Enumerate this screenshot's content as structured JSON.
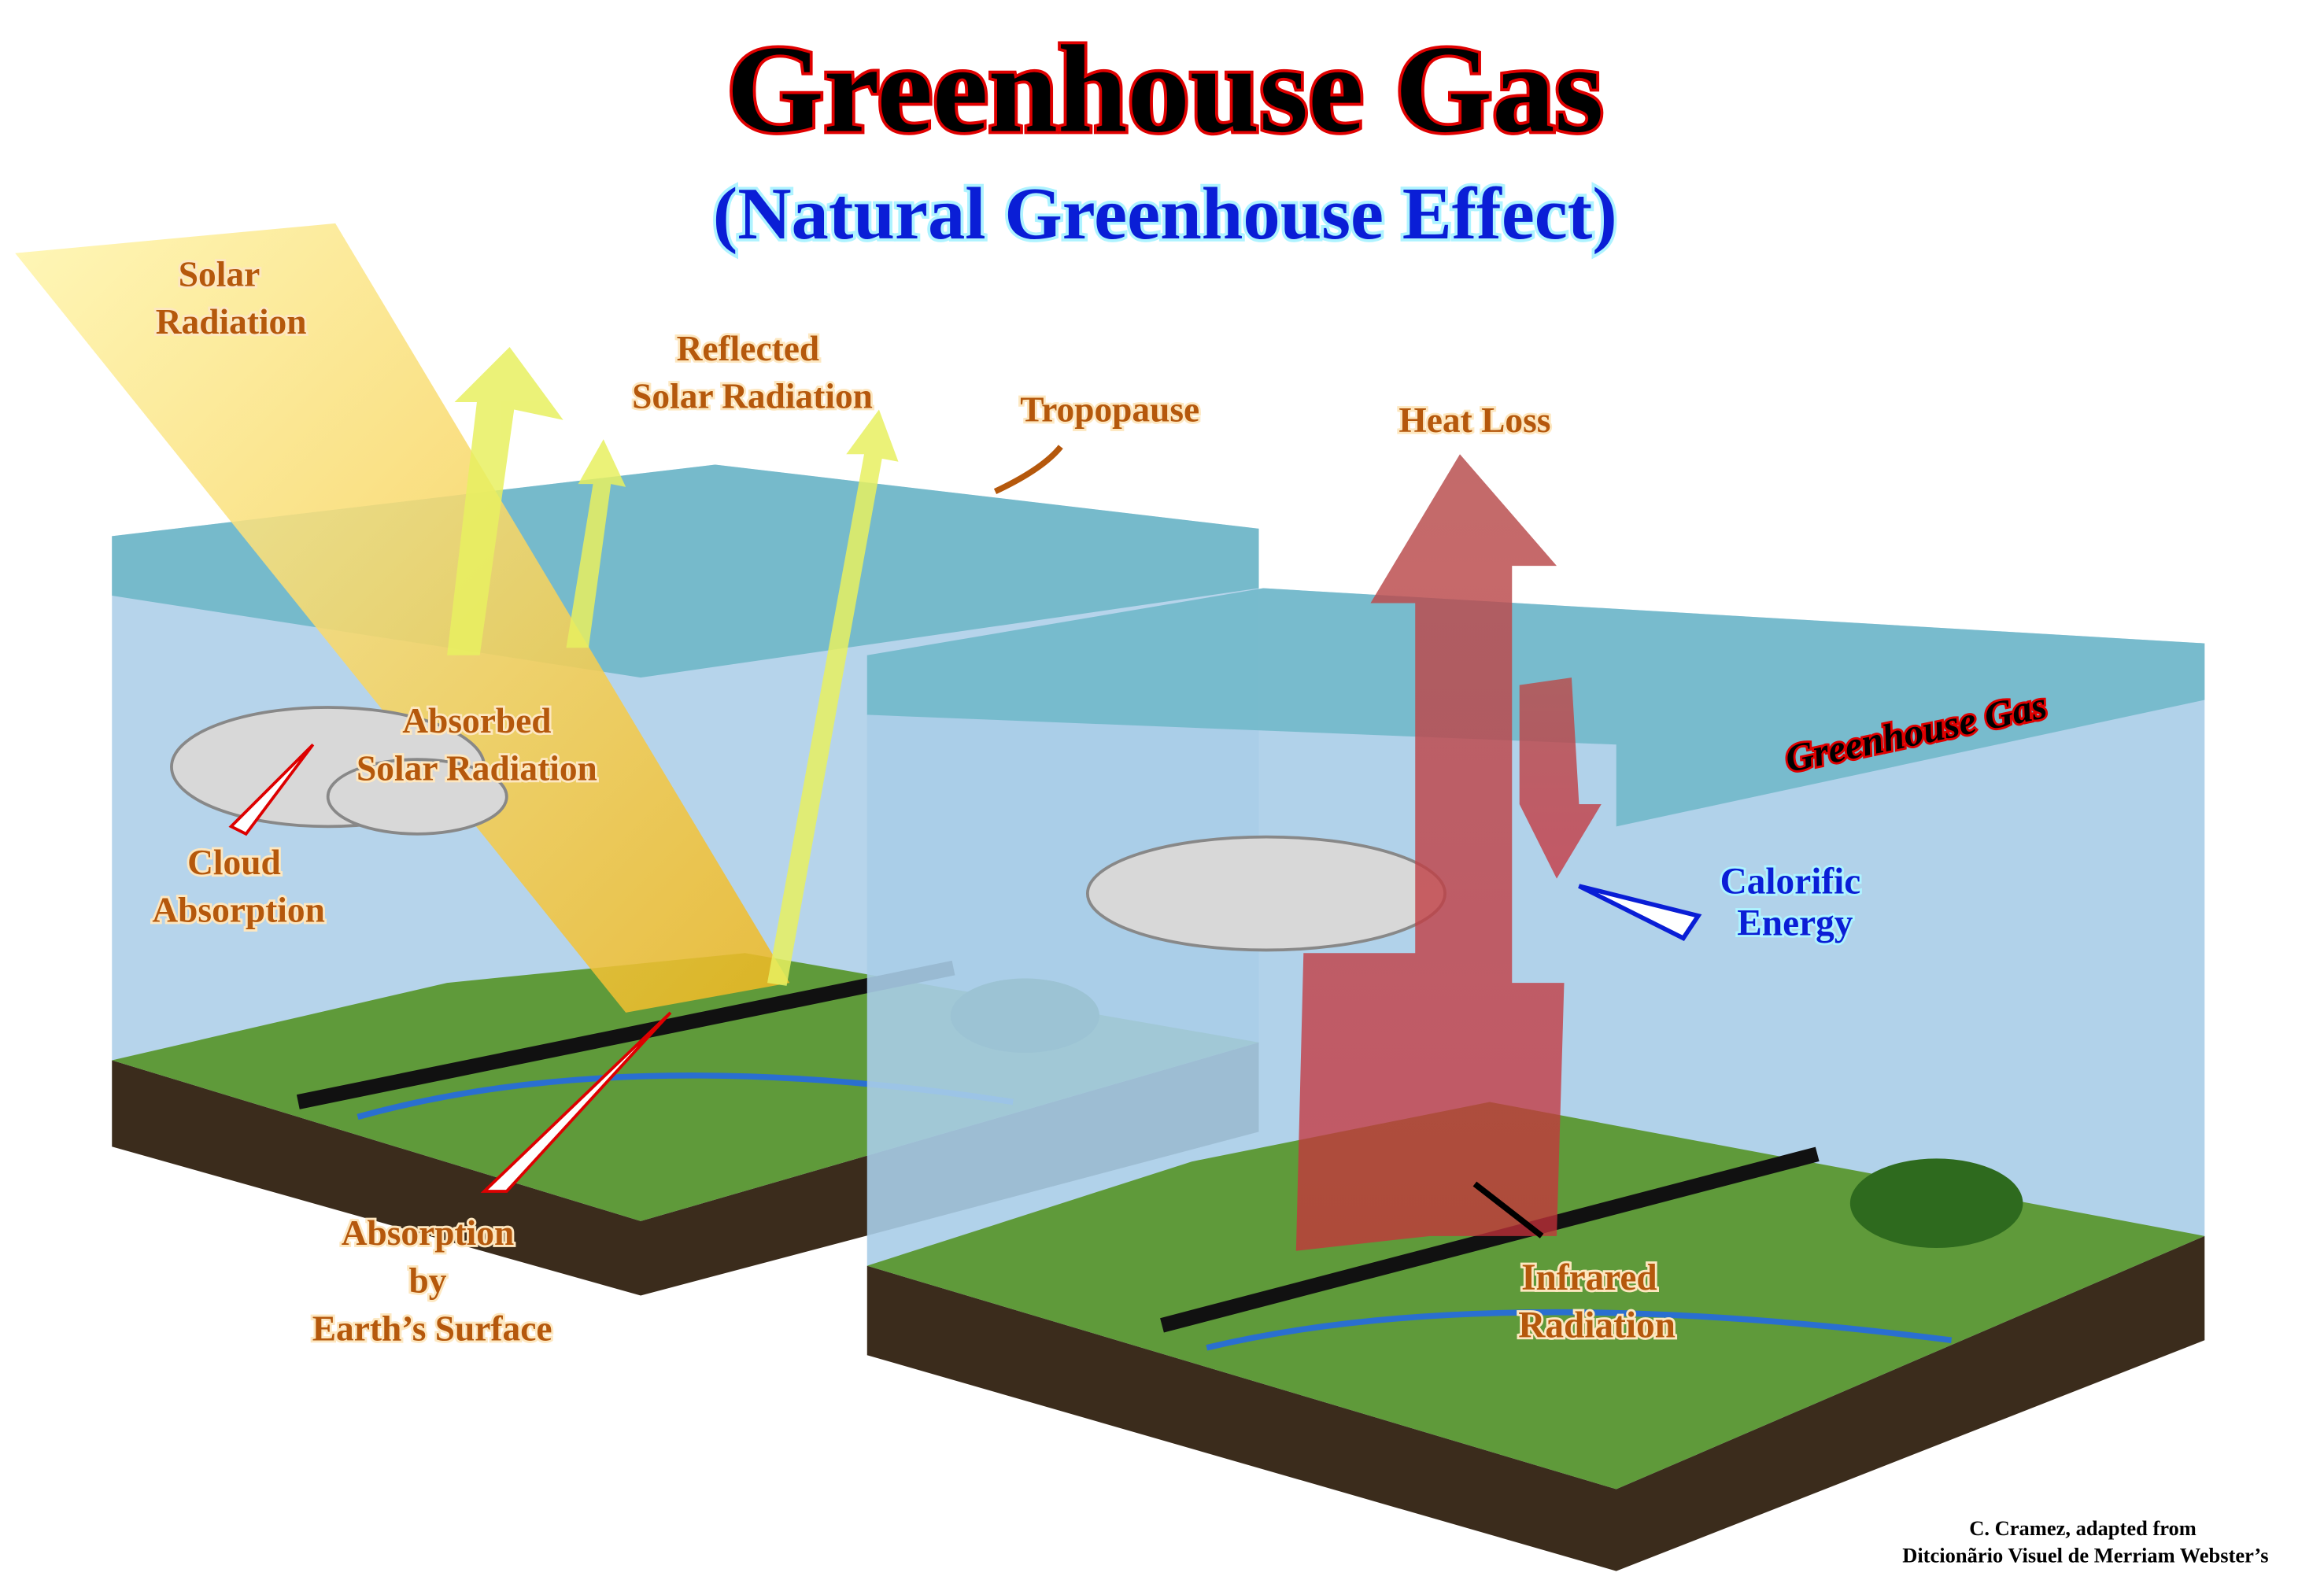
{
  "title": "Greenhouse Gas",
  "subtitle": "(Natural Greenhouse Effect)",
  "labels": {
    "solar_radiation": [
      "Solar",
      "Radiation"
    ],
    "reflected_solar_radiation": [
      "Reflected",
      "Solar Radiation"
    ],
    "tropopause": "Tropopause",
    "absorbed_solar_radiation": [
      "Absorbed",
      "Solar Radiation"
    ],
    "cloud_absorption": [
      "Cloud",
      "Absorption"
    ],
    "absorption_by_surface": [
      "Absorption",
      "by",
      "Earth’s Surface"
    ],
    "heat_loss": "Heat Loss",
    "greenhouse_gas_layer": "Greenhouse Gas",
    "calorific_energy": [
      "Calorific",
      "Energy"
    ],
    "infrared_radiation": [
      "Infrared",
      "Radiation"
    ]
  },
  "credit": [
    "C. Cramez, adapted from",
    "Ditcionãrio Visuel de Merriam Webster’s"
  ],
  "colors": {
    "title_red": "#e00000",
    "subtitle_blue": "#0a1ed6",
    "label_orange": "#b5580c",
    "sky": "#a9cde8",
    "layer": "#6fb7c8",
    "soil": "#3b2c1c",
    "grass": "#5f9a3a",
    "heat": "#c8403c",
    "sun": "#f4d23a"
  }
}
